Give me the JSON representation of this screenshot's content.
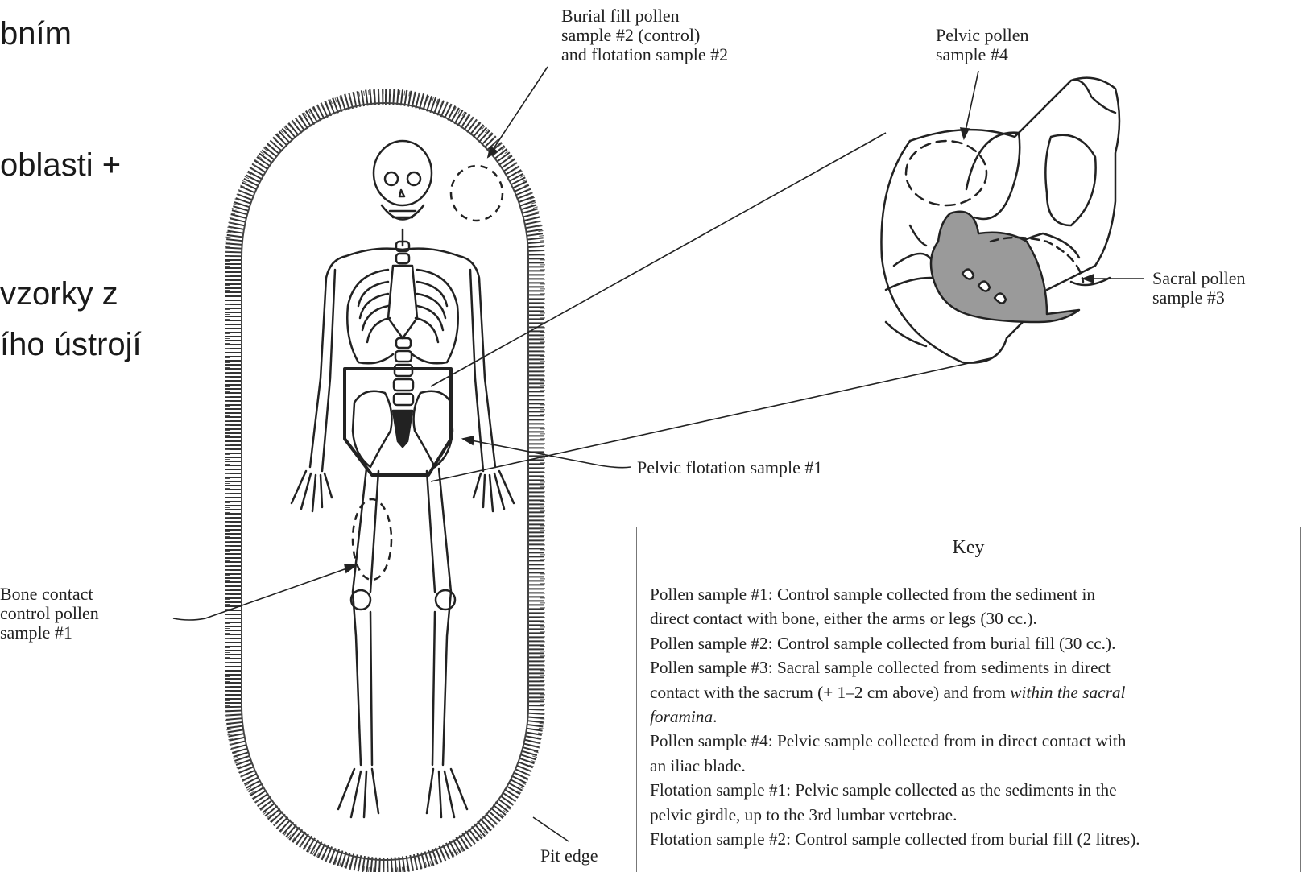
{
  "slide_text_fragments": [
    "bním",
    "oblasti +",
    "vzorky z",
    "ího ústrojí"
  ],
  "labels": {
    "burial_fill": "Burial fill pollen\nsample #2 (control)\nand flotation sample #2",
    "pelvic_pollen": "Pelvic pollen\nsample #4",
    "sacral_pollen": "Sacral pollen\nsample #3",
    "pelvic_flotation": "Pelvic flotation sample #1",
    "bone_contact": "Bone contact\ncontrol pollen\nsample #1",
    "pit_edge": "Pit edge"
  },
  "key": {
    "title": "Key",
    "lines": [
      {
        "text": "Pollen sample #1: Control sample collected from the sediment in"
      },
      {
        "text": "direct contact with bone, either the arms or legs (30 cc.)."
      },
      {
        "text": "Pollen sample #2: Control sample collected from burial fill (30 cc.)."
      },
      {
        "text": "Pollen sample #3: Sacral sample collected from sediments in direct"
      },
      {
        "text": "contact with the sacrum (+ 1–2 cm above) and from ",
        "italic": "within the sacral"
      },
      {
        "text": "",
        "italic": "foramina",
        "after": "."
      },
      {
        "text": "Pollen sample #4: Pelvic sample collected from in direct contact with"
      },
      {
        "text": "an iliac blade."
      },
      {
        "text": "Flotation sample #1: Pelvic sample collected as the sediments in the"
      },
      {
        "text": "pelvic girdle, up to the 3rd lumbar vertebrae."
      },
      {
        "text": "Flotation sample #2: Control sample collected from burial fill (2 litres)."
      }
    ]
  },
  "colors": {
    "ink": "#222222",
    "sacrum_fill": "#9a9a9a",
    "key_border": "#777777"
  }
}
